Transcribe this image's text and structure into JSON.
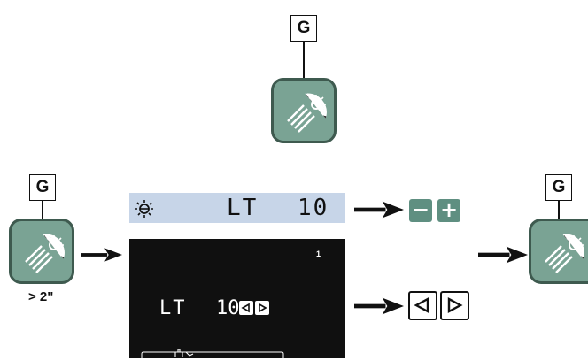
{
  "callout_label": "G",
  "long_press_label": "> 2\"",
  "lcd_strip": {
    "mode": "LT",
    "value": "10"
  },
  "panel": {
    "corner_number": "1",
    "mode": "LT",
    "value": "10"
  },
  "keys": {
    "minus": "−",
    "plus": "+"
  },
  "colors": {
    "button_fill": "#7aa394",
    "button_border": "#3e5a4f",
    "key_fill": "#5f8f81",
    "lcd_bg": "#c7d5e8",
    "panel_bg": "#101010"
  },
  "icons": [
    "light-switch-icon",
    "sun-icon",
    "minus-icon",
    "plus-icon",
    "left-triangle-icon",
    "right-triangle-icon",
    "arrow-icon"
  ]
}
